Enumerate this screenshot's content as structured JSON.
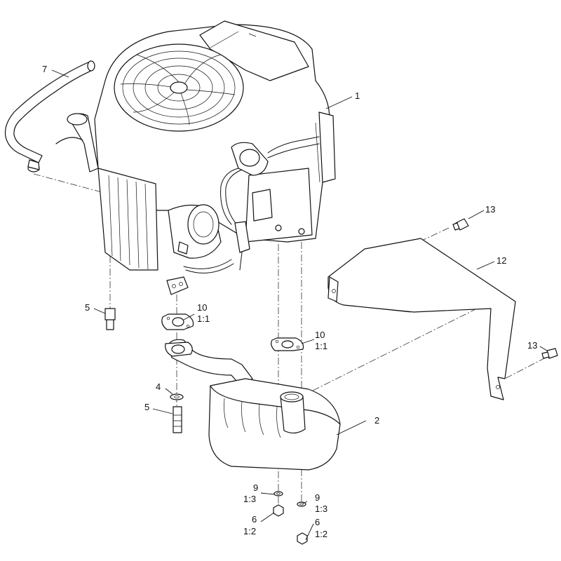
{
  "callouts": {
    "c1": "1",
    "c2": "2",
    "c4": "4",
    "c5a": "5",
    "c5b": "5",
    "c6a": "6",
    "c6a_qty": "1:2",
    "c6b": "6",
    "c6b_qty": "1:2",
    "c7": "7",
    "c9a": "9",
    "c9a_qty": "1:3",
    "c9b": "9",
    "c9b_qty": "1:3",
    "c10a": "10",
    "c10a_qty": "1:1",
    "c10b": "10",
    "c10b_qty": "1:1",
    "c12": "12",
    "c13a": "13",
    "c13b": "13"
  }
}
